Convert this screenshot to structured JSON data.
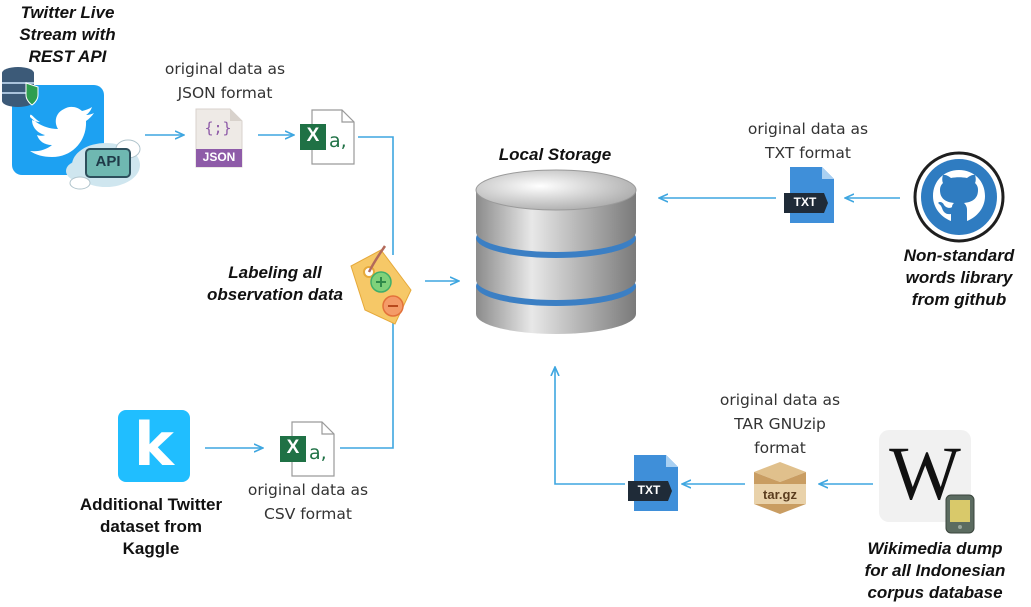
{
  "sources": {
    "twitter": {
      "title_lines": [
        "Twitter Live",
        "Stream with",
        "REST API"
      ],
      "api_badge": "API"
    },
    "json": {
      "caption_lines": [
        "original data as",
        "JSON format"
      ],
      "icon_text": "JSON",
      "icon_symbol": "{;}"
    },
    "excel_icon": {
      "x_letter": "X",
      "a_letter": "a,"
    },
    "labeling": {
      "title_lines": [
        "Labeling all",
        "observation data"
      ]
    },
    "kaggle": {
      "title_lines": [
        "Additional Twitter",
        "dataset from",
        "Kaggle"
      ],
      "logo_letter": "k"
    },
    "csv": {
      "caption_lines": [
        "original data as",
        "CSV format"
      ]
    },
    "storage": {
      "title": "Local Storage"
    },
    "github_txt": {
      "caption_lines": [
        "original data as",
        "TXT format"
      ],
      "icon_text": "TXT"
    },
    "github": {
      "title_lines": [
        "Non-standard",
        "words library",
        "from github"
      ]
    },
    "targz": {
      "caption_lines": [
        "original data as",
        "TAR GNUzip",
        "format"
      ],
      "icon_text": "tar.gz"
    },
    "wiki_txt": {
      "icon_text": "TXT"
    },
    "wikimedia": {
      "title_lines": [
        "Wikimedia dump",
        "for all Indonesian",
        "corpus database"
      ],
      "logo_letter": "W"
    }
  },
  "colors": {
    "arrow": "#3ea6e0",
    "twitter_blue": "#1da1f2",
    "json_purple": "#8e5ba8",
    "excel_green": "#1f7145",
    "kaggle_blue": "#20beff",
    "txt_blue": "#3f8fd9",
    "github_blue": "#2f7cc1"
  }
}
